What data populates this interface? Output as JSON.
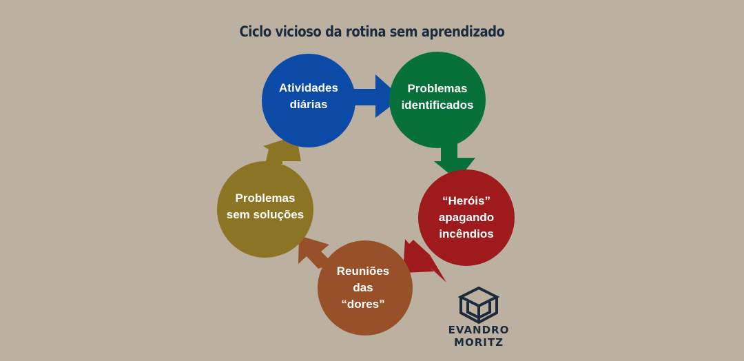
{
  "title": "Ciclo vicioso da rotina sem aprendizado",
  "nodes": [
    {
      "lines": [
        "Atividades",
        "diárias"
      ],
      "color": "#0b4aa6"
    },
    {
      "lines": [
        "Problemas",
        "identificados"
      ],
      "color": "#08703a"
    },
    {
      "lines": [
        "“Heróis”",
        "apagando",
        "incêndios"
      ],
      "color": "#9e1a1c"
    },
    {
      "lines": [
        "Reuniões",
        "das",
        "“dores”"
      ],
      "color": "#985028"
    },
    {
      "lines": [
        "Problemas",
        "sem soluções"
      ],
      "color": "#8b7525"
    }
  ],
  "logo": {
    "line1": "EVANDRO",
    "line2": "MORITZ",
    "color": "#1d2a3c"
  }
}
